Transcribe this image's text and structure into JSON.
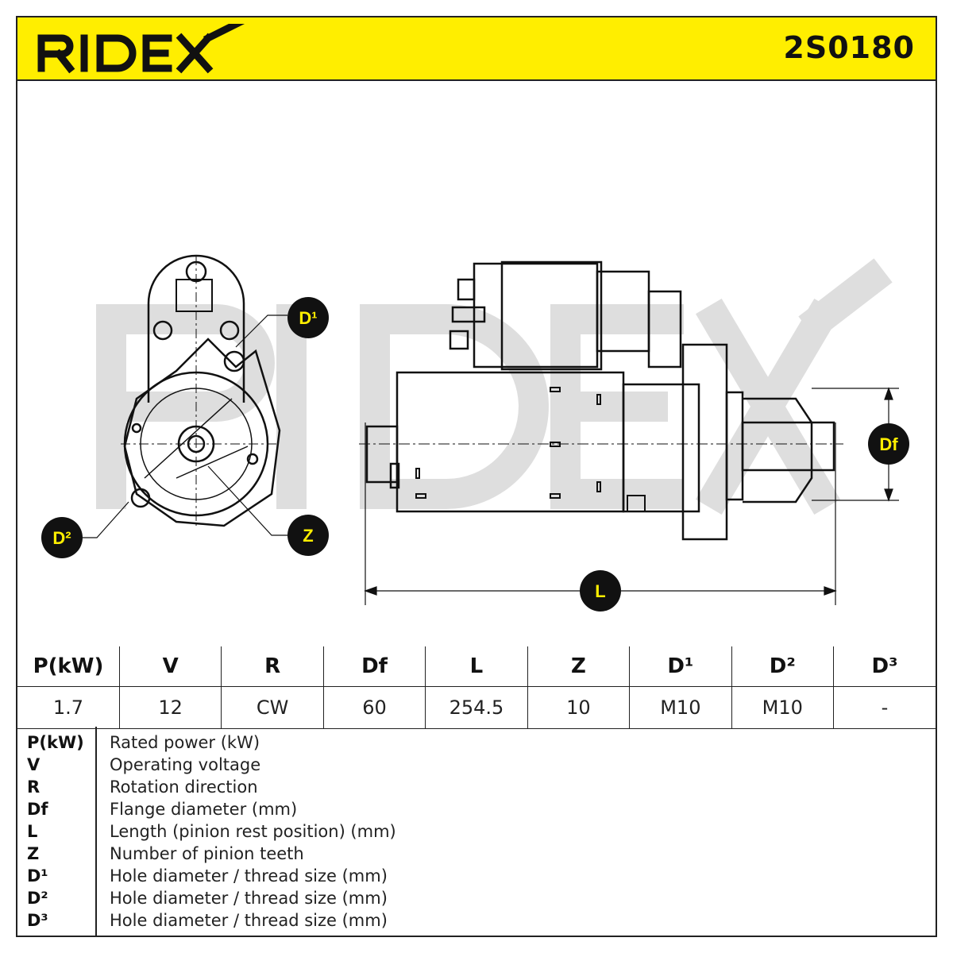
{
  "brand": {
    "name": "RIDEX",
    "color_header": "#ffee00",
    "watermark_color": "#d9d9d9"
  },
  "part_number": "2S0180",
  "drawing": {
    "callouts": {
      "d1": "D¹",
      "d2": "D²",
      "z": "Z",
      "df": "Df",
      "l": "L"
    }
  },
  "specs": {
    "headers": [
      "P(kW)",
      "V",
      "R",
      "Df",
      "L",
      "Z",
      "D¹",
      "D²",
      "D³"
    ],
    "values": [
      "1.7",
      "12",
      "CW",
      "60",
      "254.5",
      "10",
      "M10",
      "M10",
      "-"
    ]
  },
  "legend": [
    {
      "abbr": "P(kW)",
      "desc": "Rated power (kW)"
    },
    {
      "abbr": "V",
      "desc": "Operating voltage"
    },
    {
      "abbr": "R",
      "desc": "Rotation direction"
    },
    {
      "abbr": "Df",
      "desc": "Flange diameter (mm)"
    },
    {
      "abbr": "L",
      "desc": "Length (pinion rest position) (mm)"
    },
    {
      "abbr": "Z",
      "desc": "Number of pinion teeth"
    },
    {
      "abbr": "D¹",
      "desc": "Hole diameter / thread size (mm)"
    },
    {
      "abbr": "D²",
      "desc": "Hole diameter / thread size (mm)"
    },
    {
      "abbr": "D³",
      "desc": "Hole diameter / thread size (mm)"
    }
  ]
}
